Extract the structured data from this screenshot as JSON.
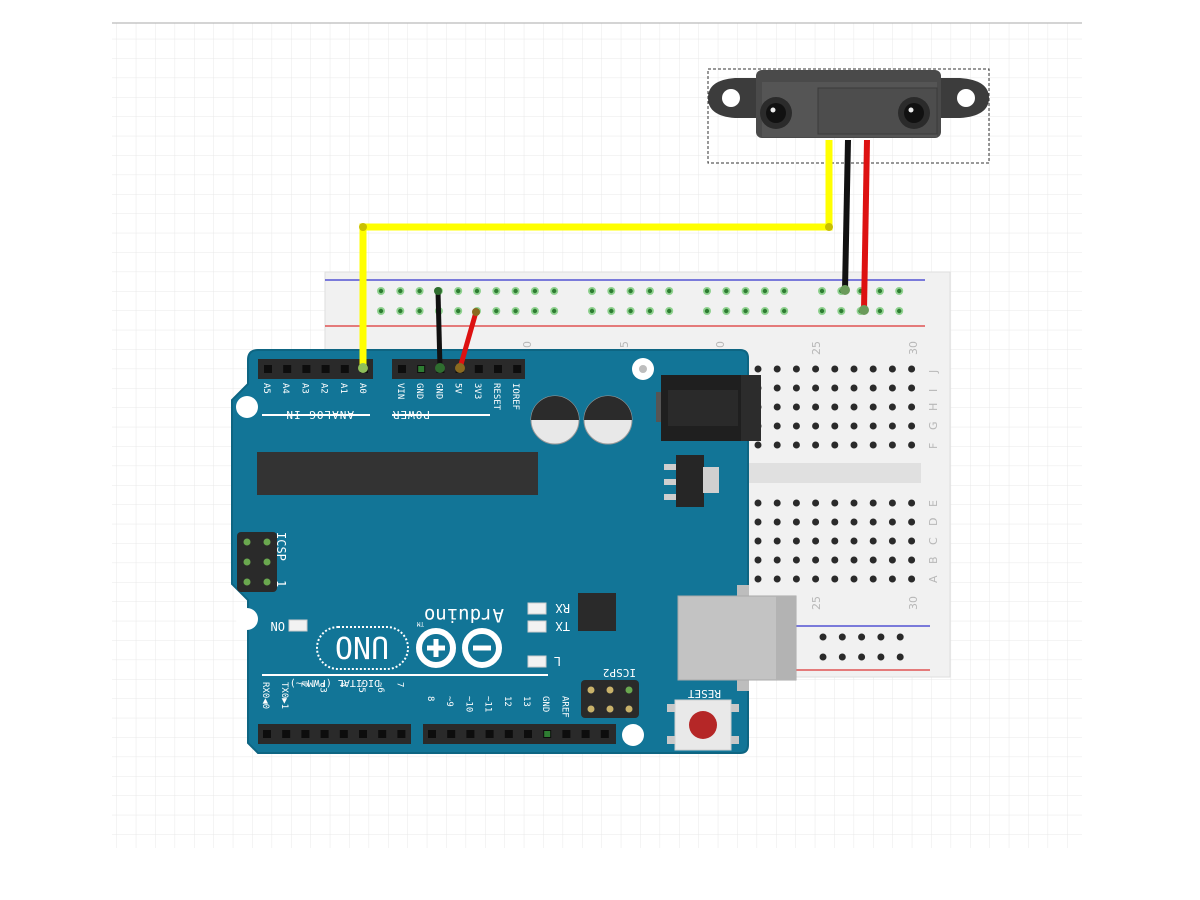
{
  "diagram": {
    "breadboard": {
      "column_numbers": [
        "0",
        "5",
        "0",
        "25",
        "30"
      ],
      "row_letters_top": [
        "J",
        "I",
        "H",
        "G",
        "F"
      ],
      "row_letters_bottom": [
        "E",
        "D",
        "C",
        "B",
        "A"
      ],
      "bottom_numbers": [
        "25",
        "30"
      ]
    },
    "arduino": {
      "brand": "Arduino",
      "trademark": "TM",
      "model": "UNO",
      "analog_header_label": "ANALOG IN",
      "analog_pins": [
        "A5",
        "A4",
        "A3",
        "A2",
        "A1",
        "A0"
      ],
      "power_header_label": "POWER",
      "power_pins": [
        "VIN",
        "GND",
        "GND",
        "5V",
        "3V3",
        "RESET",
        "IOREF"
      ],
      "icsp_label": "ICSP",
      "icsp_pin1": "1",
      "icsp2_label": "ICSP2",
      "on_label": "ON",
      "rx_label": "RX",
      "tx_label": "TX",
      "l_label": "L",
      "reset_label": "RESET",
      "digital_label": "DIGITAL (PWM=~)",
      "digital_pins_low": [
        "RX0◀0",
        "TX0▶1",
        "2",
        "~3",
        "4",
        "~5",
        "~6",
        "7"
      ],
      "digital_pins_high": [
        "8",
        "~9",
        "~10",
        "~11",
        "12",
        "13",
        "GND",
        "AREF"
      ]
    },
    "wires": {
      "signal_color": "#ffff00",
      "ground_color": "#111111",
      "power_color": "#dd1111"
    },
    "colors": {
      "board": "#127597",
      "board_edge": "#0e6582",
      "breadboard": "#f1f1f1",
      "rail_blue": "#3333cc",
      "rail_red": "#dd3333",
      "hole_green": "#6aa84f",
      "grid": "#e6e6e6"
    }
  }
}
